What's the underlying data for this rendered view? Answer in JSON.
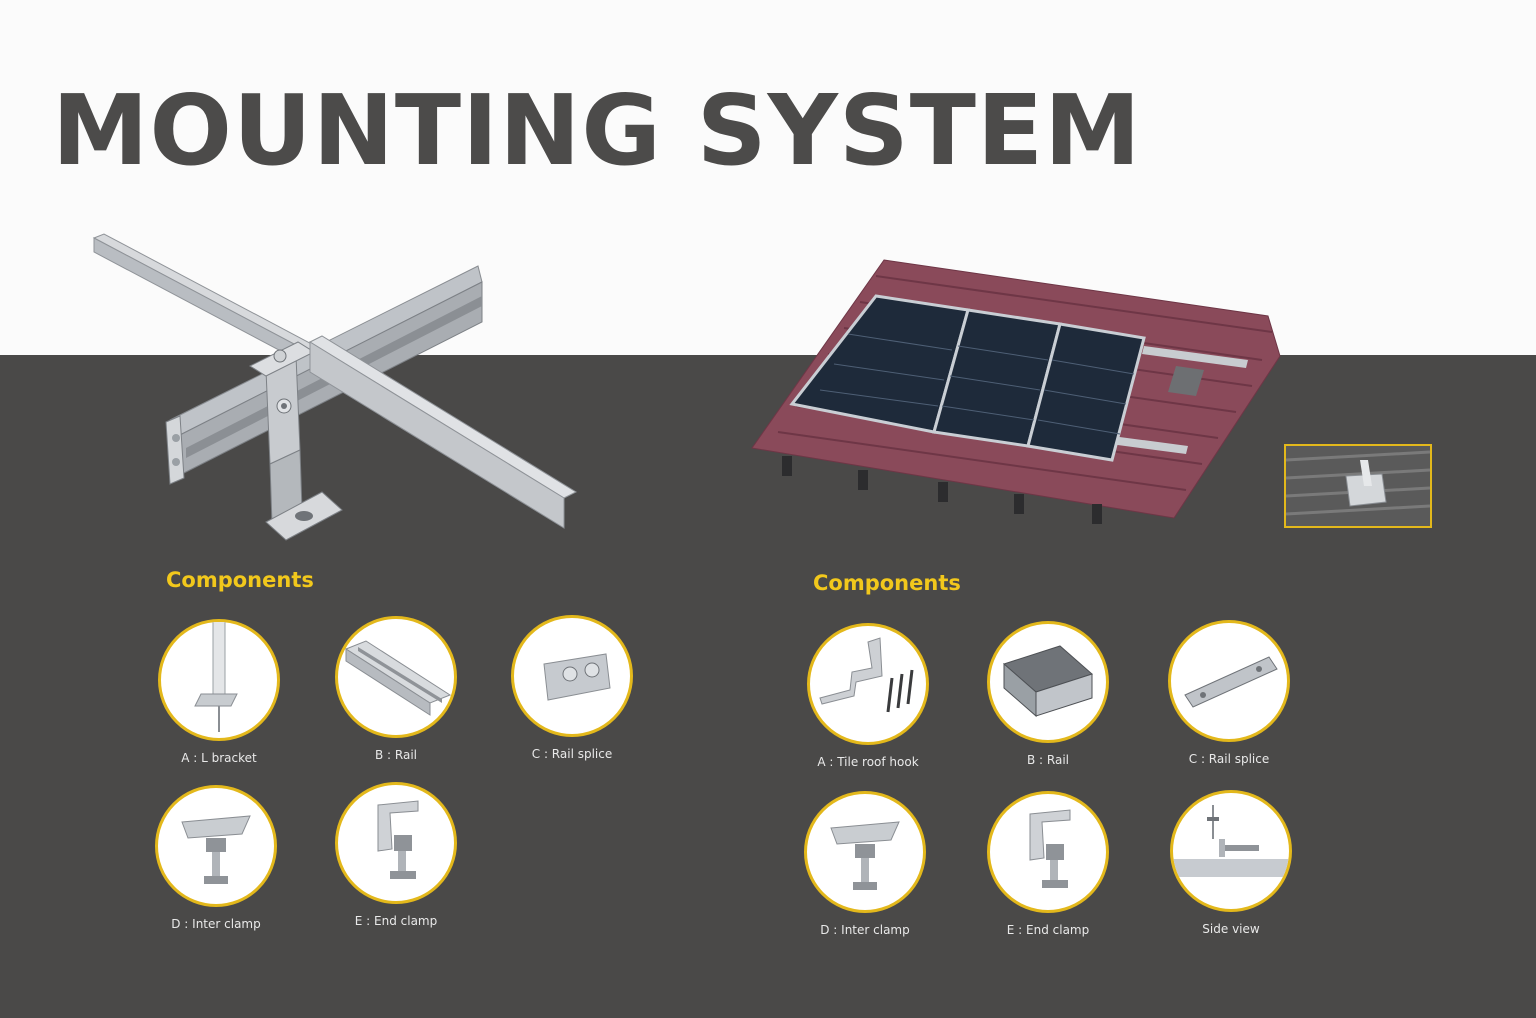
{
  "title": "MOUNTING SYSTEM",
  "left_panel": {
    "heading": "Components",
    "items": [
      {
        "label": "A :  L bracket",
        "icon": "l-bracket-icon"
      },
      {
        "label": "B : Rail",
        "icon": "rail-icon"
      },
      {
        "label": "C : Rail splice",
        "icon": "rail-splice-icon"
      },
      {
        "label": "D : Inter clamp",
        "icon": "inter-clamp-icon"
      },
      {
        "label": "E : End clamp",
        "icon": "end-clamp-icon"
      }
    ]
  },
  "right_panel": {
    "heading": "Components",
    "items": [
      {
        "label": "A : Tile roof hook",
        "icon": "tile-roof-hook-icon"
      },
      {
        "label": "B : Rail",
        "icon": "rail-icon"
      },
      {
        "label": "C : Rail splice",
        "icon": "rail-splice-icon"
      },
      {
        "label": "D : Inter clamp",
        "icon": "inter-clamp-icon"
      },
      {
        "label": "E : End clamp",
        "icon": "end-clamp-icon"
      },
      {
        "label": "Side view",
        "icon": "side-view-icon"
      }
    ]
  },
  "colors": {
    "background_top": "#fbfbfb",
    "background_bottom": "#4a4948",
    "title": "#4c4b4a",
    "accent": "#f2c81c",
    "circle_border": "#e3b81b",
    "roof_tile": "#8a4a5a",
    "solar_panel": "#1e2a3a"
  }
}
